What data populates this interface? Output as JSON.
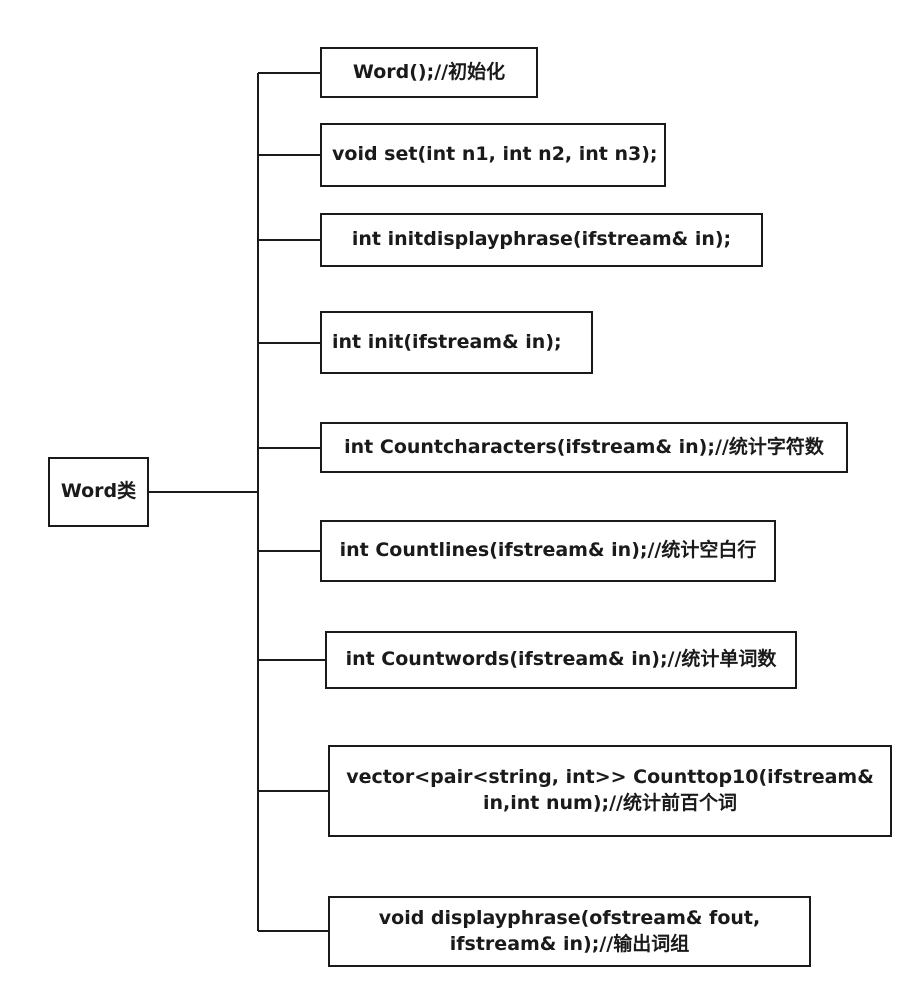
{
  "diagram": {
    "root_label": "Word类",
    "line_color": "#1a1a1a",
    "methods": [
      "Word();//初始化",
      "void set(int n1, int n2, int n3);",
      "int initdisplayphrase(ifstream& in);",
      "int init(ifstream& in);",
      "int Countcharacters(ifstream& in);//统计字符数",
      "int Countlines(ifstream& in);//统计空白行",
      "int Countwords(ifstream& in);//统计单词数",
      "vector<pair<string, int>> Counttop10(ifstream&\nin,int num);//统计前百个词",
      "void displayphrase(ofstream& fout,\nifstream& in);//输出词组"
    ]
  }
}
